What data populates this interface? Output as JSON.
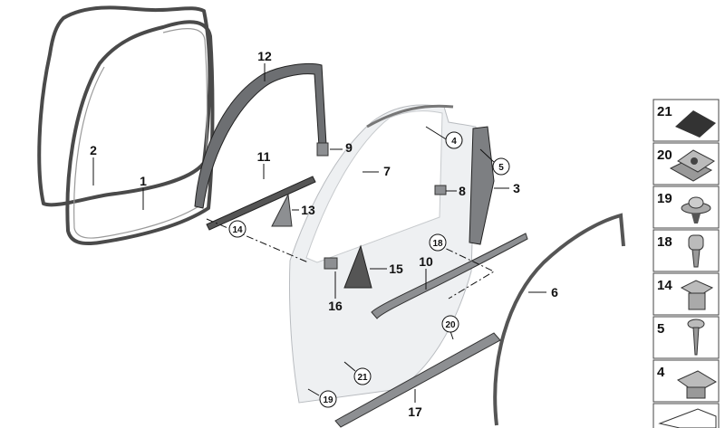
{
  "callouts": [
    {
      "id": "1",
      "circled": false
    },
    {
      "id": "2",
      "circled": false
    },
    {
      "id": "3",
      "circled": false
    },
    {
      "id": "4",
      "circled": true
    },
    {
      "id": "5",
      "circled": true
    },
    {
      "id": "6",
      "circled": false
    },
    {
      "id": "7",
      "circled": false
    },
    {
      "id": "8",
      "circled": false
    },
    {
      "id": "9",
      "circled": false
    },
    {
      "id": "10",
      "circled": false
    },
    {
      "id": "11",
      "circled": false
    },
    {
      "id": "12",
      "circled": false
    },
    {
      "id": "13",
      "circled": false
    },
    {
      "id": "14",
      "circled": true
    },
    {
      "id": "15",
      "circled": false
    },
    {
      "id": "16",
      "circled": false
    },
    {
      "id": "17",
      "circled": false
    },
    {
      "id": "18",
      "circled": true
    },
    {
      "id": "19",
      "circled": true
    },
    {
      "id": "20",
      "circled": true
    },
    {
      "id": "21",
      "circled": true
    }
  ],
  "legend": [
    {
      "number": "21",
      "icon": "foam-pad-icon"
    },
    {
      "number": "20",
      "icon": "clip-nut-icon"
    },
    {
      "number": "19",
      "icon": "expanding-rivet-icon"
    },
    {
      "number": "18",
      "icon": "torx-screw-icon"
    },
    {
      "number": "14",
      "icon": "square-nut-icon"
    },
    {
      "number": "5",
      "icon": "tapping-screw-icon"
    },
    {
      "number": "4",
      "icon": "cage-nut-icon"
    },
    {
      "number": "",
      "icon": "wedge-icon"
    }
  ],
  "colors": {
    "seal": "#4a4a4a",
    "door_panel": "#eef0f2",
    "part": "#8d8f92"
  }
}
